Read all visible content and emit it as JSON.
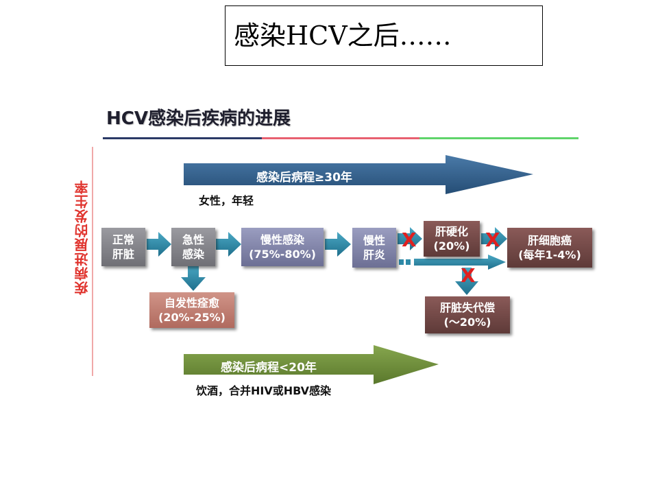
{
  "slide": {
    "title": "感染HCV之后……"
  },
  "diagram": {
    "title": "HCV感染后疾病的进展",
    "side_label": "疾病进展的发生率",
    "top_arrow": {
      "label": "感染后病程≥30年",
      "note": "女性，年轻",
      "color": "#2f5f8a"
    },
    "bottom_arrow": {
      "label": "感染后病程<20年",
      "note": "饮酒，合并HIV或HBV感染",
      "color": "#6b8a3a"
    },
    "nodes": {
      "normal_liver": {
        "line1": "正常",
        "line2": "肝脏"
      },
      "acute_infection": {
        "line1": "急性",
        "line2": "感染"
      },
      "spontaneous_recovery": {
        "line1": "自发性痊愈",
        "line2": "(20%-25%)"
      },
      "chronic_infection": {
        "line1": "慢性感染",
        "line2": "(75%-80%)"
      },
      "chronic_hepatitis": {
        "line1": "慢性",
        "line2": "肝炎"
      },
      "cirrhosis": {
        "line1": "肝硬化",
        "line2": "(20%)"
      },
      "hcc": {
        "line1": "肝细胞癌",
        "line2": "(每年1-4%)"
      },
      "decompensation": {
        "line1": "肝脏失代偿",
        "line2": "(～20%)"
      }
    },
    "block_mark": "X",
    "colors": {
      "flow_arrow": "#2e8aa8",
      "block_mark": "#e02020"
    }
  }
}
